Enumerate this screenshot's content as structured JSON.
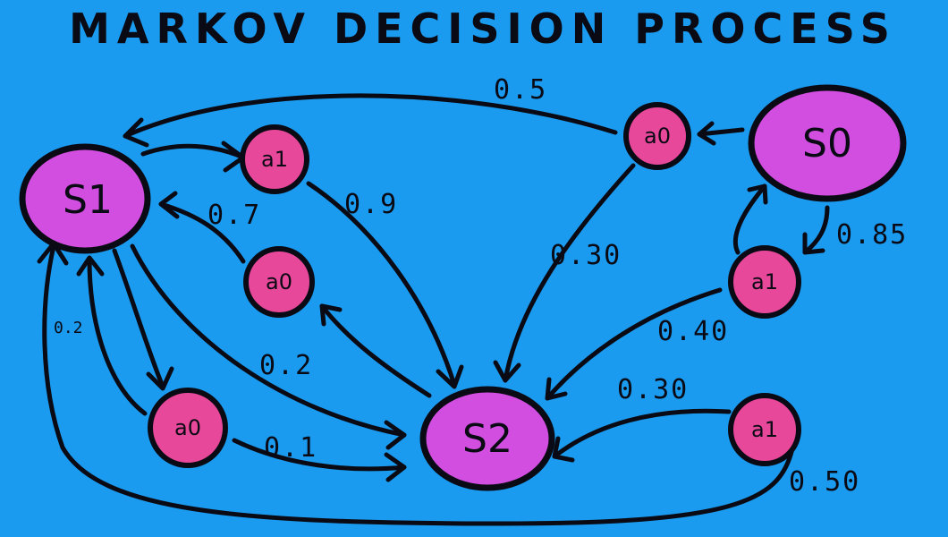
{
  "title": "MARKOV DECISION PROCESS",
  "colors": {
    "background": "#1a9bf0",
    "state_fill": "#d24ee0",
    "action_fill": "#e8489a",
    "ink": "#0a0a14"
  },
  "nodes": {
    "s0": "S0",
    "s1": "S1",
    "s2": "S2",
    "s0_a0": "a0",
    "s0_a1": "a1",
    "s1_a1": "a1",
    "s1_a0_mid": "a0",
    "s1_a0_low": "a0",
    "s2_a1": "a1"
  },
  "edge_labels": {
    "s0a0_to_s1": "0.5",
    "s0a0_to_s2": "0.30",
    "s0a1_to_s0": "0.85",
    "s0a1_to_s2": "0.40",
    "s1a1_to_s2": "0.9",
    "s1a0mid_to_s1": "0.7",
    "s1_to_s2": "0.2",
    "s1a0low_to_s1": "0.2",
    "s1a0low_to_s2": "0.1",
    "s2a1_to_s2": "0.30",
    "s2a1_to_s1": "0.50"
  }
}
